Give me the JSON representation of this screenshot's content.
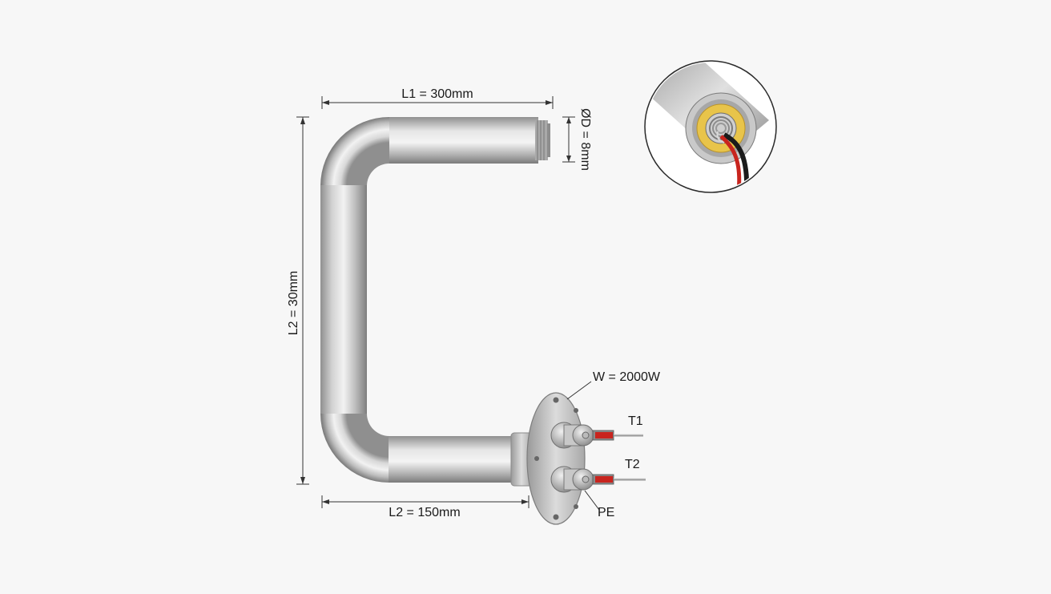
{
  "labels": {
    "length_top": "L1 = 300mm",
    "diameter": "ØD = 8mm",
    "length_vertical": "L2 = 30mm",
    "length_bottom": "L2 = 150mm",
    "wattage": "W = 2000W",
    "terminal_1": "T1",
    "terminal_2": "T2",
    "ground": "PE"
  },
  "colors": {
    "background": "#f7f7f7",
    "tube_steel": "#b8b8b8",
    "insulation": "#e8c44a",
    "wire_red": "#c8241e",
    "wire_black": "#1b1b1b"
  }
}
